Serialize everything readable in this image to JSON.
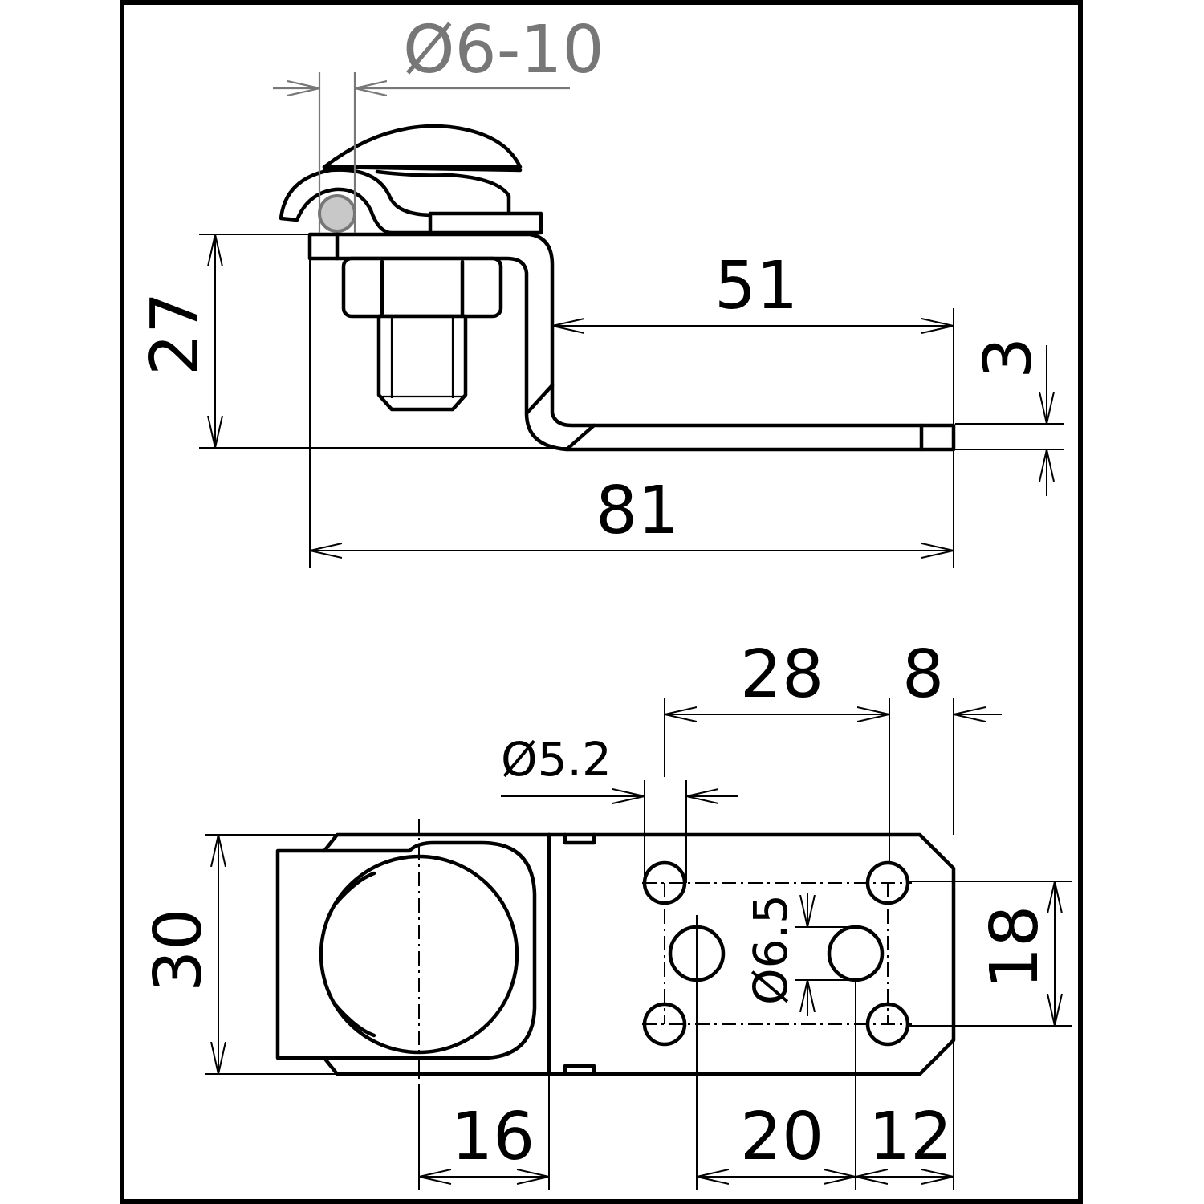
{
  "side_view": {
    "cable_diameter": "Ø6-10",
    "height": "27",
    "strip_length": "51",
    "total_length": "81",
    "thickness": "3"
  },
  "top_view": {
    "width": "30",
    "hole_spacing_long": "28",
    "edge_distance": "8",
    "small_hole_diameter": "Ø5.2",
    "large_hole_diameter": "Ø6.5",
    "hole_spacing_vertical": "18",
    "clamp_offset": "16",
    "large_hole_spacing": "20",
    "end_distance": "12"
  }
}
